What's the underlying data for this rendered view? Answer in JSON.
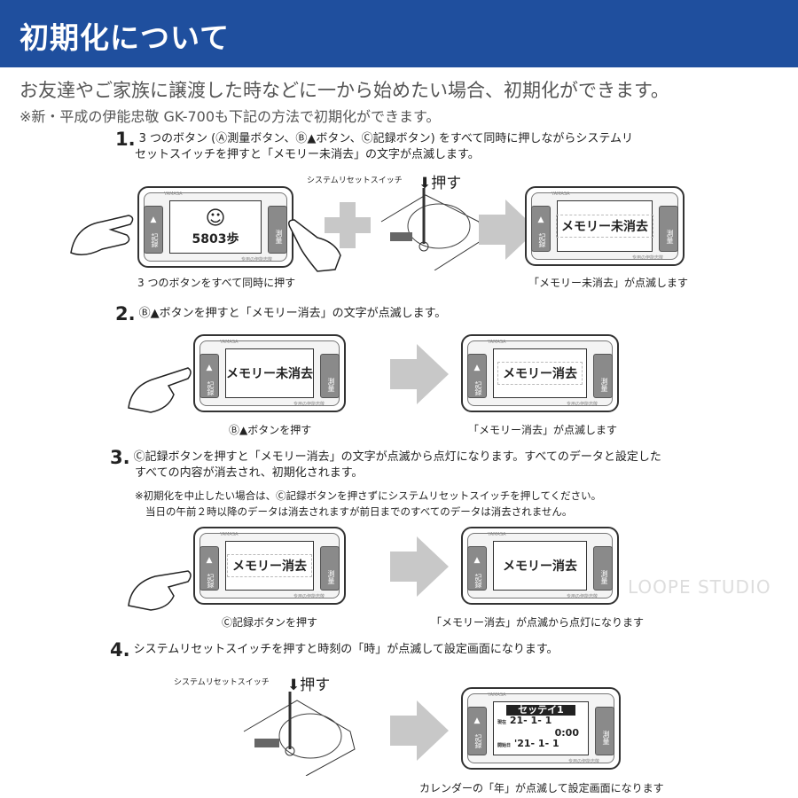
{
  "header": {
    "title": "初期化について",
    "color": "#1f4f9e"
  },
  "intro": {
    "line1": "お友達やご家族に譲渡した時などに一から始めたい場合、初期化ができます。",
    "line2": "※新・平成の伊能忠敬 GK-700も下記の方法で初期化ができます。"
  },
  "device": {
    "brand": "YAMASA",
    "maker": "专用の伊能忠敬",
    "up": "▲",
    "kiroku": "記録",
    "sokuryo": "測量"
  },
  "steps": [
    {
      "num": "1.",
      "text1": "3 つのボタン (Ⓐ測量ボタン、Ⓑ▲ボタン、Ⓒ記録ボタン) をすべて同時に押しながらシステムリ",
      "text2": "セットスイッチを押すと「メモリー未消去」の文字が点滅します。",
      "switch_label": "システムリセットスイッチ",
      "push": "押す",
      "screen_steps": "5803歩",
      "screen_right": "メモリー未消去",
      "cap_left": "3 つのボタンをすべて同時に押す",
      "cap_right": "「メモリー未消去」が点滅します"
    },
    {
      "num": "2.",
      "text1": "Ⓑ▲ボタンを押すと「メモリー消去」の文字が点滅します。",
      "screen_left": "メモリー未消去",
      "screen_right": "メモリー消去",
      "cap_left": "Ⓑ▲ボタンを押す",
      "cap_right": "「メモリー消去」が点滅します"
    },
    {
      "num": "3.",
      "text1": "Ⓒ記録ボタンを押すと「メモリー消去」の文字が点滅から点灯になります。すべてのデータと設定した",
      "text2": "すべての内容が消去され、初期化されます。",
      "note1": "※初期化を中止したい場合は、Ⓒ記録ボタンを押さずにシステムリセットスイッチを押してください。",
      "note2": "当日の午前２時以降のデータは消去されますが前日までのすべてのデータは消去されません。",
      "screen_left": "メモリー消去",
      "screen_right": "メモリー消去",
      "cap_left": "Ⓒ記録ボタンを押す",
      "cap_right": "「メモリー消去」が点滅から点灯になります"
    },
    {
      "num": "4.",
      "text1": "システムリセットスイッチを押すと時刻の「時」が点滅して設定画面になります。",
      "switch_label": "システムリセットスイッチ",
      "push": "押す",
      "screen": {
        "title": "セッテイ1",
        "label_now": "現在",
        "date_now": "21-  1-  1",
        "time": "0:00",
        "label_start": "開始日",
        "date_start": "'21-  1-  1"
      },
      "cap_right": "カレンダーの「年」が点滅して設定画面になります"
    }
  ],
  "watermark": "LOOPE STUDIO"
}
